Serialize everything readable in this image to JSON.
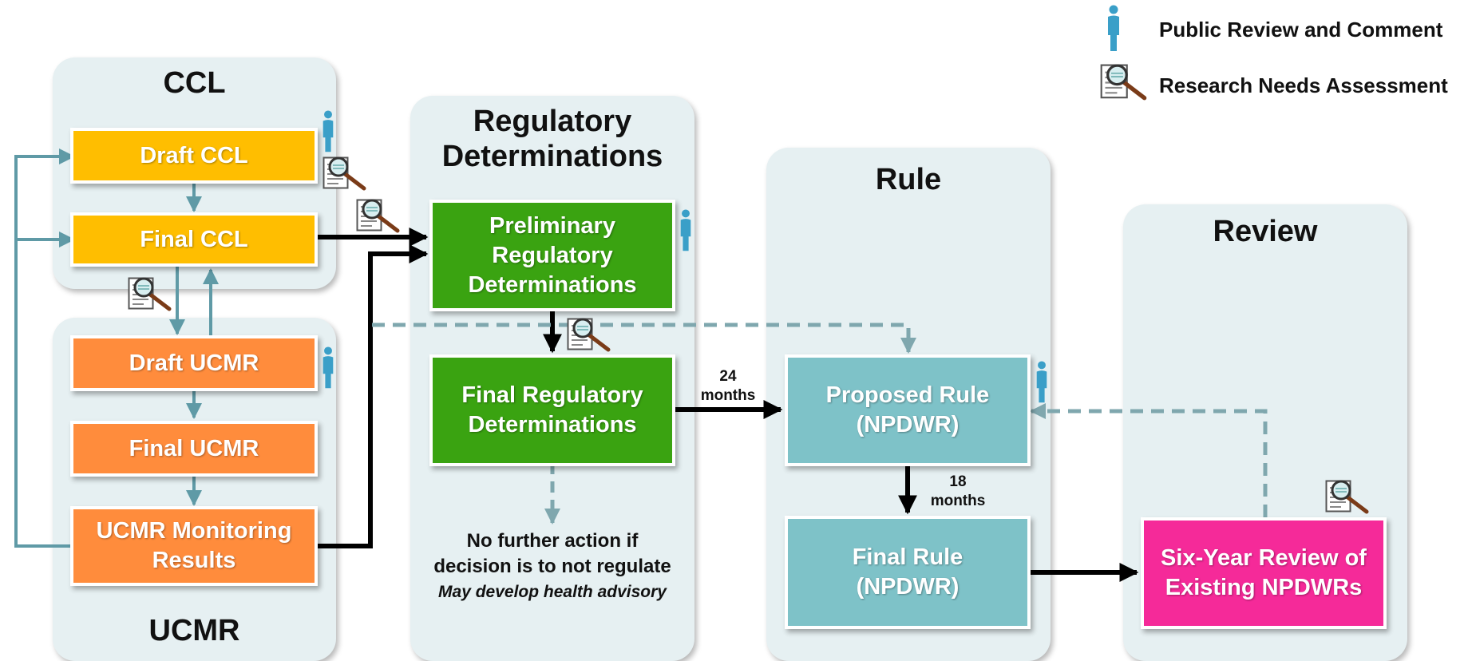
{
  "legend": {
    "public_review": "Public Review and Comment",
    "research_needs": "Research Needs Assessment",
    "person_icon": "person-icon",
    "magnifier_icon": "document-magnifier-icon"
  },
  "panels": {
    "ccl": {
      "title": "CCL"
    },
    "ucmr": {
      "title": "UCMR"
    },
    "regulatory": {
      "title": "Regulatory\nDeterminations"
    },
    "rule": {
      "title": "Rule"
    },
    "review": {
      "title": "Review"
    }
  },
  "boxes": {
    "draft_ccl": "Draft CCL",
    "final_ccl": "Final CCL",
    "draft_ucmr": "Draft UCMR",
    "final_ucmr": "Final UCMR",
    "ucmr_results": "UCMR Monitoring\nResults",
    "prelim_reg": "Preliminary\nRegulatory\nDeterminations",
    "final_reg": "Final Regulatory\nDeterminations",
    "proposed_rule": "Proposed Rule\n(NPDWR)",
    "final_rule": "Final Rule\n(NPDWR)",
    "six_year": "Six-Year Review of\nExisting NPDWRs"
  },
  "annotations": {
    "months_24_num": "24",
    "months_24_unit": "months",
    "months_18_num": "18",
    "months_18_unit": "months",
    "no_action_1": "No further action if",
    "no_action_2": "decision is to not regulate",
    "health_advisory": "May develop health advisory"
  },
  "colors": {
    "yellow": "#ffbe00",
    "orange": "#ff8c3c",
    "green": "#3aa311",
    "teal": "#7ec2c8",
    "pink": "#f52a99",
    "arrow_teal": "#5f9aa6",
    "panel_bg": "#e6f0f2",
    "person_blue": "#3a9fc8"
  }
}
